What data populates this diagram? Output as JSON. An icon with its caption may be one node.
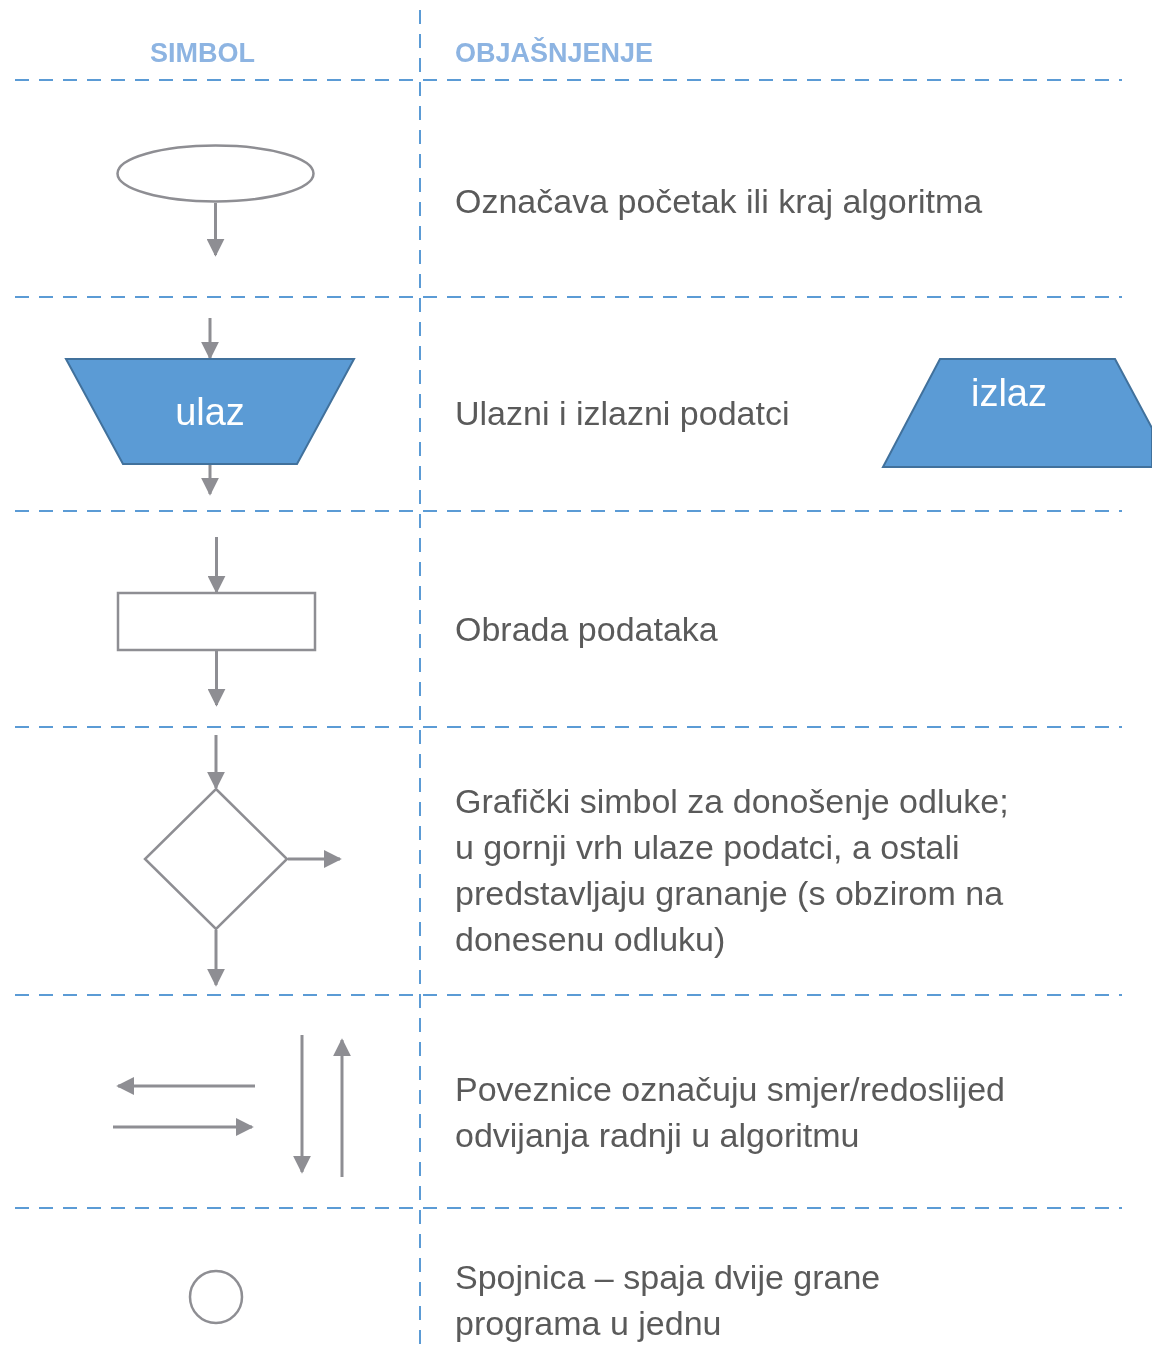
{
  "diagram": {
    "nodes": [
      {
        "text": [],
        "shape": "ellipse"
      },
      {
        "text": [
          "ulaz"
        ]
      },
      {
        "text": [
          "izlaz"
        ]
      },
      {
        "text": [],
        "shape": "box"
      },
      {
        "text": [],
        "shape": "diamond"
      },
      {
        "text": [],
        "shape": "circle"
      }
    ],
    "edges": [
      {
        "from": 0,
        "to": null,
        "arrow": "to"
      },
      {
        "from": null,
        "to": 1,
        "arrow": "to"
      },
      {
        "from": 1,
        "to": null,
        "arrow": "to"
      },
      {
        "from": null,
        "to": 3,
        "arrow": "to"
      },
      {
        "from": 3,
        "to": null,
        "arrow": "to"
      },
      {
        "from": null,
        "to": 4,
        "arrow": "to"
      },
      {
        "from": 4,
        "to": null,
        "arrow": "to"
      },
      {
        "from": 4,
        "to": null,
        "arrow": "to"
      }
    ],
    "labels": [
      "SIMBOL",
      "OBJAŠNJENJE",
      "Označava početak ili kraj algoritma",
      "Ulazni i izlazni podatci",
      "Obrada podataka",
      "Grafički simbol za donošenje odluke; u gornji vrh ulaze podatci, a ostali predstavljaju grananje (s obzirom na donesenu odluku)",
      "Poveznice označuju smjer/redoslijed odvijanja radnji u algoritmu",
      "Spojnica – spaja dvije grane programa u jednu"
    ]
  }
}
